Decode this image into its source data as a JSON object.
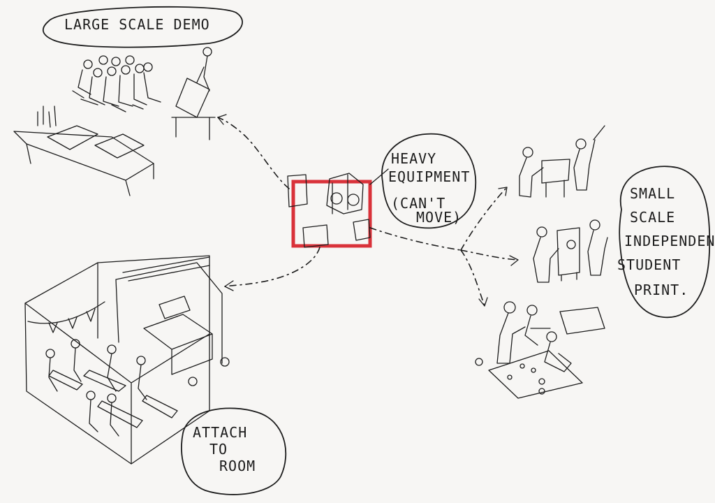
{
  "labels": {
    "large_scale": "LARGE SCALE DEMO",
    "heavy_1": "HEAVY",
    "heavy_2": "EQUIPMENT",
    "heavy_3": "(CAN'T",
    "heavy_4": "MOVE)",
    "small_1": "SMALL",
    "small_2": "SCALE",
    "small_3": "INDEPENDENT",
    "small_4": "STUDENT",
    "small_5": "PRINT.",
    "attach_1": "ATTACH",
    "attach_2": "TO",
    "attach_3": "ROOM"
  },
  "colors": {
    "ink": "#1c1c1c",
    "highlight": "#d9323a",
    "paper": "#f7f6f4"
  }
}
